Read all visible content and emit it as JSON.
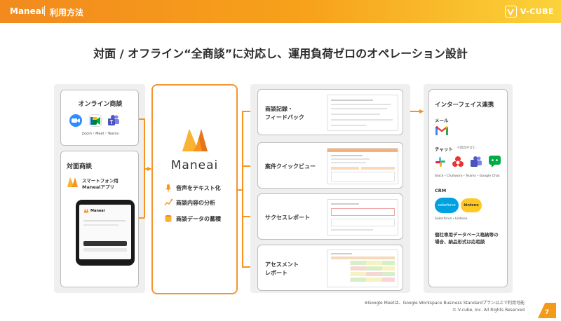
{
  "header": {
    "title": "Maneai",
    "subtitle": "利用方法",
    "logo_text": "V-CUBE"
  },
  "headline": "対面 / オフライン“全商談”に対応し、運用負荷ゼロのオペレーション設計",
  "left": {
    "online": {
      "title": "オンライン商談",
      "apps": [
        "zoom-icon",
        "meet-icon",
        "teams-icon"
      ],
      "caption": "Zoom・Meet・Teams"
    },
    "offline": {
      "title": "対面商談",
      "app_label_line1": "スマートフォン用",
      "app_label_line2": "Maneaiアプリ",
      "phone_brand": "Maneai"
    }
  },
  "center": {
    "brand": "Maneai",
    "features": [
      {
        "icon": "mic-icon",
        "label": "音声をテキスト化"
      },
      {
        "icon": "analysis-icon",
        "label": "商談内容の分析"
      },
      {
        "icon": "database-icon",
        "label": "商談データの蓄積"
      }
    ]
  },
  "outputs": [
    {
      "line1": "商談記録・",
      "line2": "フィードバック"
    },
    {
      "line1": "案件クイックビュー",
      "line2": ""
    },
    {
      "line1": "サクセスレポート",
      "line2": ""
    },
    {
      "line1": "アセスメント",
      "line2": "レポート"
    }
  ],
  "integrations": {
    "title": "インターフェイス連携",
    "mail_label": "メール",
    "chat_label": "チャット",
    "chat_note": "※開発中含む",
    "chat_caption": "Slack・Chatwork・Teams・Google Chat",
    "crm_label": "CRM",
    "crm_caption": "Salesforce・kintone",
    "salesforce_text": "salesforce",
    "kintone_text": "kintone",
    "note_line1": "個社専用データベース格納等の",
    "note_line2": "場合、納品形式は応相談"
  },
  "footer": {
    "footnote": "※Google Meetは、Google Workspace Business Standardプラン以上で利用可能",
    "copyright": "© V-cube, Inc. All Rights Reserved",
    "page": "7"
  },
  "colors": {
    "accent": "#f7931e",
    "panel": "#efefef"
  }
}
